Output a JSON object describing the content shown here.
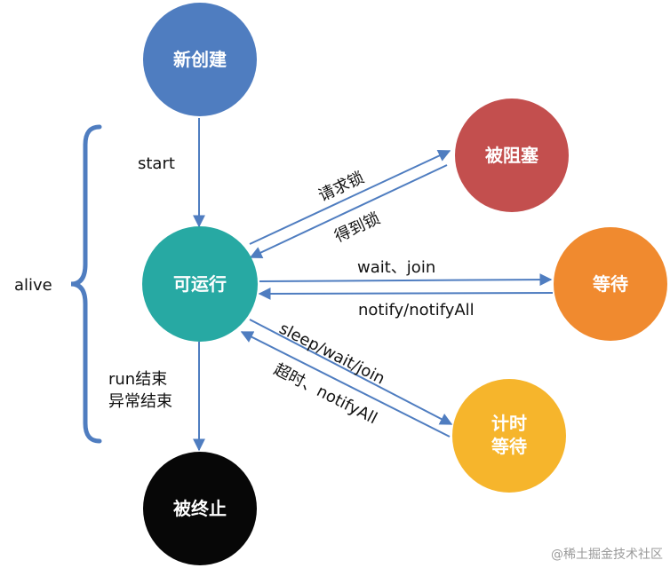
{
  "diagram": {
    "colors": {
      "new": "#4f7dc0",
      "runnable": "#27a9a3",
      "blocked": "#c34f4e",
      "waiting": "#f08a2f",
      "timed_waiting": "#f6b52c",
      "terminated": "#070707",
      "arrow": "#4f7dc0",
      "brace": "#4f7dc0"
    },
    "nodes": {
      "new": "新创建",
      "runnable": "可运行",
      "blocked": "被阻塞",
      "waiting": "等待",
      "timed_waiting_line1": "计时",
      "timed_waiting_line2": "等待",
      "terminated": "被终止"
    },
    "edges": {
      "start": "start",
      "request_lock": "请求锁",
      "get_lock": "得到锁",
      "wait_join": "wait、join",
      "notify": "notify/notifyAll",
      "sleep_wait_join": "sleep/wait/join",
      "timeout_notify": "超时、notifyAll",
      "run_end": "run结束",
      "exception_end": "异常结束"
    },
    "brace_label": "alive"
  },
  "watermark": "@稀土掘金技术社区"
}
